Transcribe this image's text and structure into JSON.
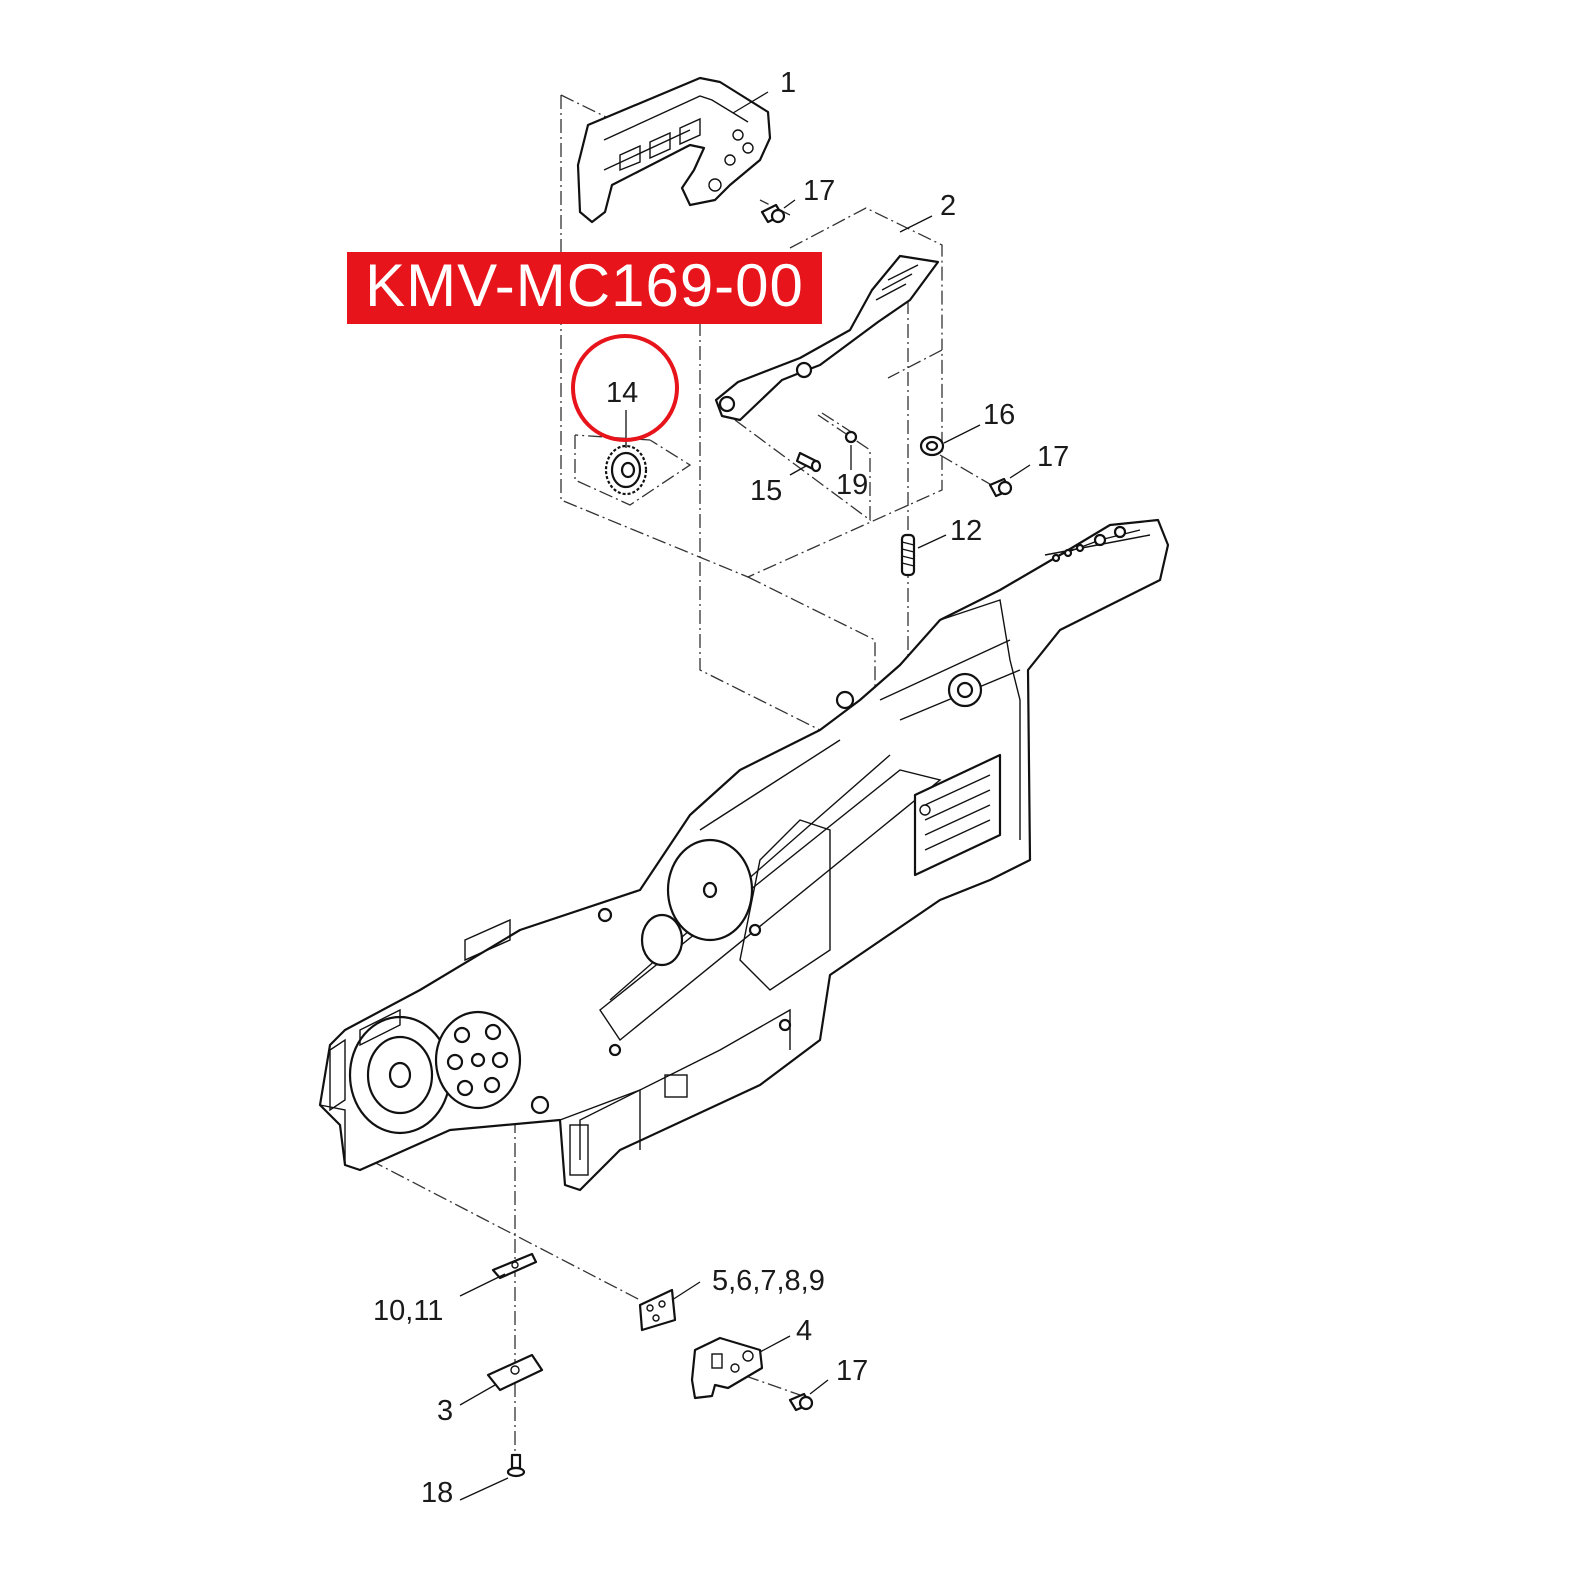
{
  "part_code": "KMV-MC169-00",
  "highlight": {
    "part": "14",
    "color": "#e8141b"
  },
  "labels": {
    "p1": "1",
    "p2": "2",
    "p17a": "17",
    "p14": "14",
    "p16": "16",
    "p17b": "17",
    "p15": "15",
    "p19": "19",
    "p12": "12",
    "p5to9": "5,6,7,8,9",
    "p10_11": "10,11",
    "p4": "4",
    "p17c": "17",
    "p3": "3",
    "p18": "18"
  },
  "colors": {
    "banner": "#e8141b",
    "line": "#111111",
    "background": "#ffffff"
  }
}
